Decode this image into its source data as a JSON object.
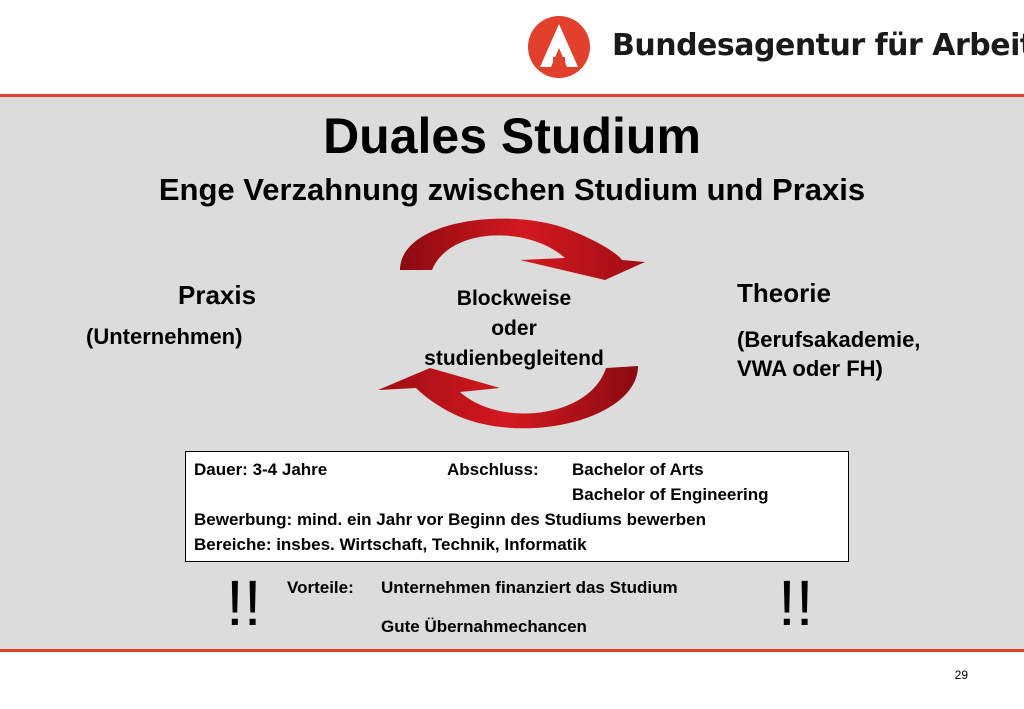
{
  "header": {
    "brand": "Bundesagentur für Arbeit",
    "logo_icon": "ba-logo-icon",
    "accent": "#e0402c"
  },
  "title": "Duales Studium",
  "subtitle": "Enge Verzahnung zwischen Studium und Praxis",
  "cycle": {
    "center_lines": [
      "Blockweise",
      "oder",
      "studienbegleitend"
    ],
    "arrow_color": "#c0101a"
  },
  "praxis": {
    "heading": "Praxis",
    "sub": "(Unternehmen)"
  },
  "theorie": {
    "heading": "Theorie",
    "sub_lines": [
      "(Berufsakademie,",
      "VWA oder FH)"
    ]
  },
  "info": {
    "dauer": "Dauer: 3-4 Jahre",
    "abschluss_label": "Abschluss:",
    "abschluss_values": [
      "Bachelor of Arts",
      "Bachelor of Engineering"
    ],
    "bewerbung": "Bewerbung: mind. ein Jahr vor Beginn des Studiums bewerben",
    "bereiche": "Bereiche: insbes. Wirtschaft, Technik, Informatik"
  },
  "vorteile": {
    "label": "Vorteile:",
    "items": [
      "Unternehmen finanziert das Studium",
      "Gute Übernahmechancen"
    ],
    "exclamation": "!!"
  },
  "page_number": "29"
}
